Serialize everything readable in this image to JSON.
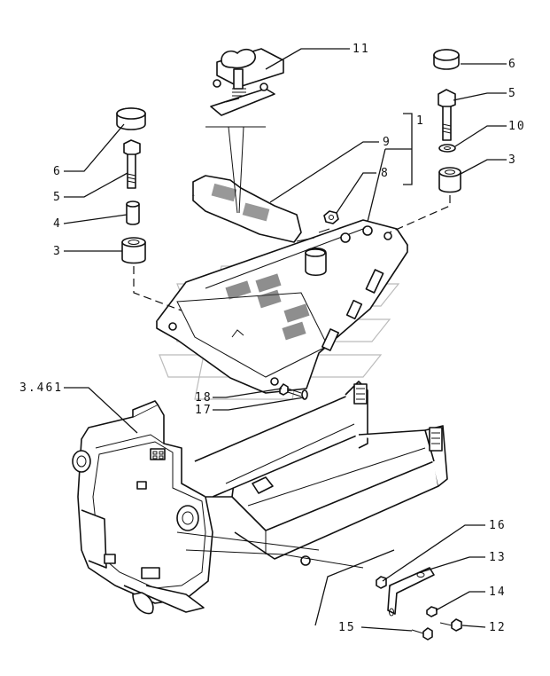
{
  "callouts": [
    {
      "id": "c11",
      "text": "11"
    },
    {
      "id": "c6r",
      "text": "6"
    },
    {
      "id": "c5r",
      "text": "5"
    },
    {
      "id": "c10",
      "text": "10"
    },
    {
      "id": "c3r",
      "text": "3"
    },
    {
      "id": "c1",
      "text": "1"
    },
    {
      "id": "c9",
      "text": "9"
    },
    {
      "id": "c8",
      "text": "8"
    },
    {
      "id": "c6l",
      "text": "6"
    },
    {
      "id": "c5l",
      "text": "5"
    },
    {
      "id": "c4",
      "text": "4"
    },
    {
      "id": "c3l",
      "text": "3"
    },
    {
      "id": "c3461",
      "text": "3.461"
    },
    {
      "id": "c18",
      "text": "18"
    },
    {
      "id": "c17",
      "text": "17"
    },
    {
      "id": "c16",
      "text": "16"
    },
    {
      "id": "c13",
      "text": "13"
    },
    {
      "id": "c14",
      "text": "14"
    },
    {
      "id": "c15",
      "text": "15"
    },
    {
      "id": "c12",
      "text": "12"
    }
  ]
}
